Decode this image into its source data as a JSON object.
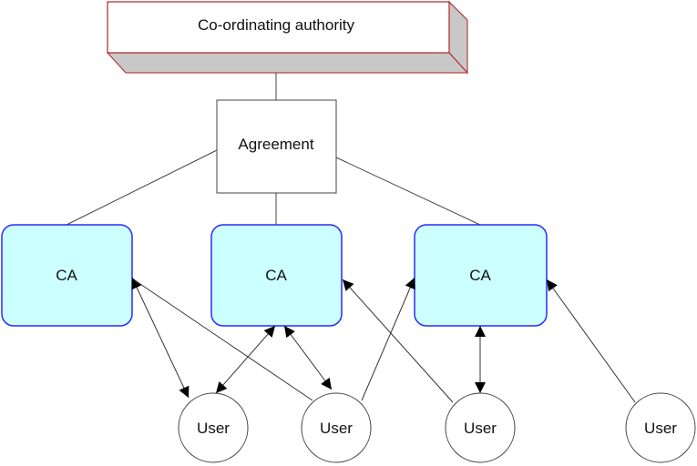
{
  "authority": {
    "label": "Co-ordinating authority"
  },
  "agreement": {
    "label": "Agreement"
  },
  "cas": [
    {
      "label": "CA"
    },
    {
      "label": "CA"
    },
    {
      "label": "CA"
    }
  ],
  "users": [
    {
      "label": "User"
    },
    {
      "label": "User"
    },
    {
      "label": "User"
    },
    {
      "label": "User"
    }
  ],
  "colors": {
    "ca_fill": "#ccffff",
    "ca_stroke": "#2a2aff",
    "authority_stroke": "#b22222",
    "authority_shadow": "#c8c8c8",
    "line": "#444444",
    "arrow": "#000000"
  }
}
